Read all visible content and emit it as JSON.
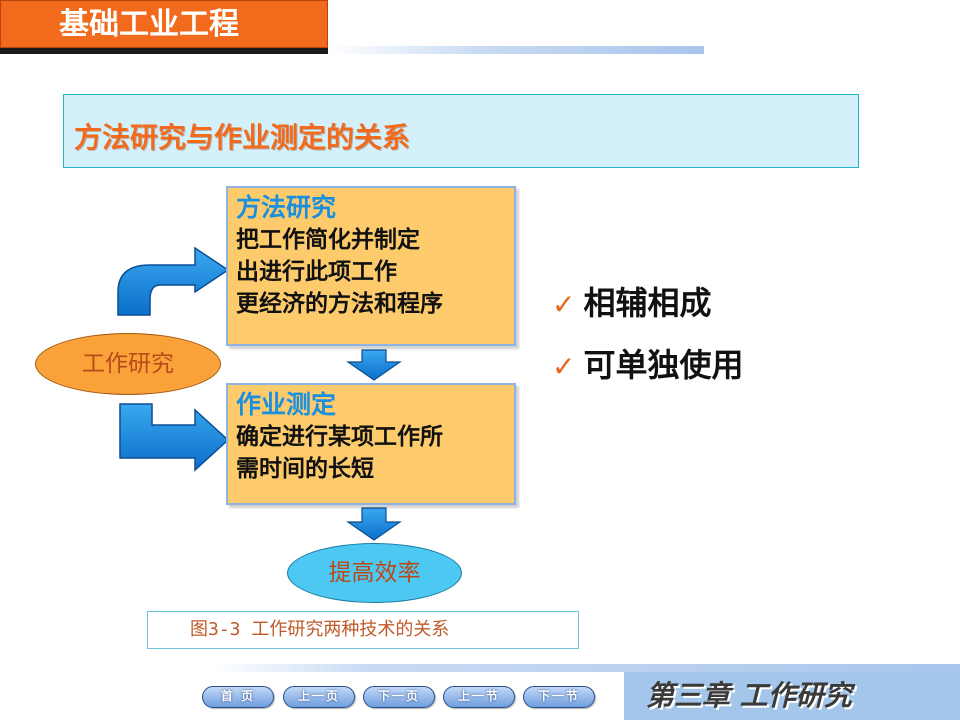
{
  "header": {
    "course_title": "基础工业工程"
  },
  "section": {
    "title": "方法研究与作业测定的关系"
  },
  "diagram": {
    "method_box": {
      "heading": "方法研究",
      "lines": [
        "把工作简化并制定",
        "出进行此项工作",
        "更经济的方法和程序"
      ]
    },
    "measurement_box": {
      "heading": "作业测定",
      "lines": [
        "确定进行某项工作所",
        "需时间的长短"
      ]
    },
    "work_study": "工作研究",
    "outcome": "提高效率",
    "caption": "图3-3  工作研究两种技术的关系"
  },
  "points": [
    {
      "icon": "check-icon",
      "mark": "✓",
      "text": "相辅相成"
    },
    {
      "icon": "check-icon",
      "mark": "✓",
      "text": "可单独使用"
    }
  ],
  "nav": {
    "home": "首 页",
    "prev_page": "上一页",
    "next_page": "下一页",
    "prev_section": "上一节",
    "next_section": "下一节"
  },
  "chapter": {
    "label": "第三章  工作研究"
  },
  "colors": {
    "accent_orange": "#f26a1b",
    "box_fill": "#fecb6c",
    "arrow_blue": "#1a8fe0",
    "cyan_ellipse": "#4dc8f2"
  }
}
